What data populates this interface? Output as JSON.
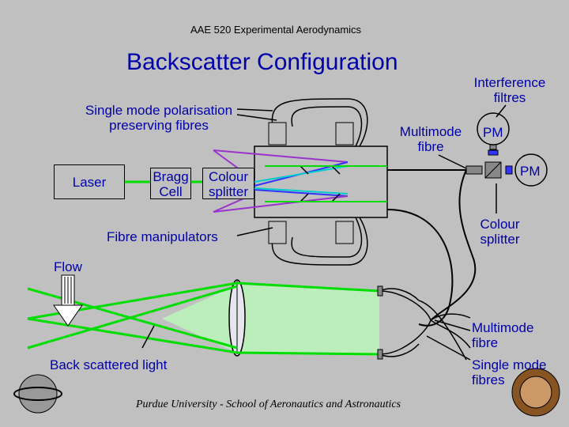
{
  "header": "AAE 520 Experimental Aerodynamics",
  "title": "Backscatter Configuration",
  "labels": {
    "fibres": "Single mode polarisation preserving fibres",
    "laser": "Laser",
    "bragg": "Bragg Cell",
    "colour_splitter_box": "Colour splitter",
    "fibre_manipulators": "Fibre manipulators",
    "interference": "Interference filtres",
    "multimode_top": "Multimode fibre",
    "pm_top": "PM",
    "pm_right": "PM",
    "colour_splitter_right": "Colour splitter",
    "flow": "Flow",
    "backscatter": "Back scattered light",
    "multimode_bottom": "Multimode fibre",
    "single_mode": "Single mode fibres"
  },
  "footer": "Purdue University - School of Aeronautics and Astronautics",
  "colors": {
    "background": "#c0c0c0",
    "title": "#0000aa",
    "green_beam": "#00dd00",
    "blue_beam": "#3333ff",
    "purple_beam": "#9933cc",
    "cyan_beam": "#00cccc",
    "light_cone": "#bbeebb"
  }
}
